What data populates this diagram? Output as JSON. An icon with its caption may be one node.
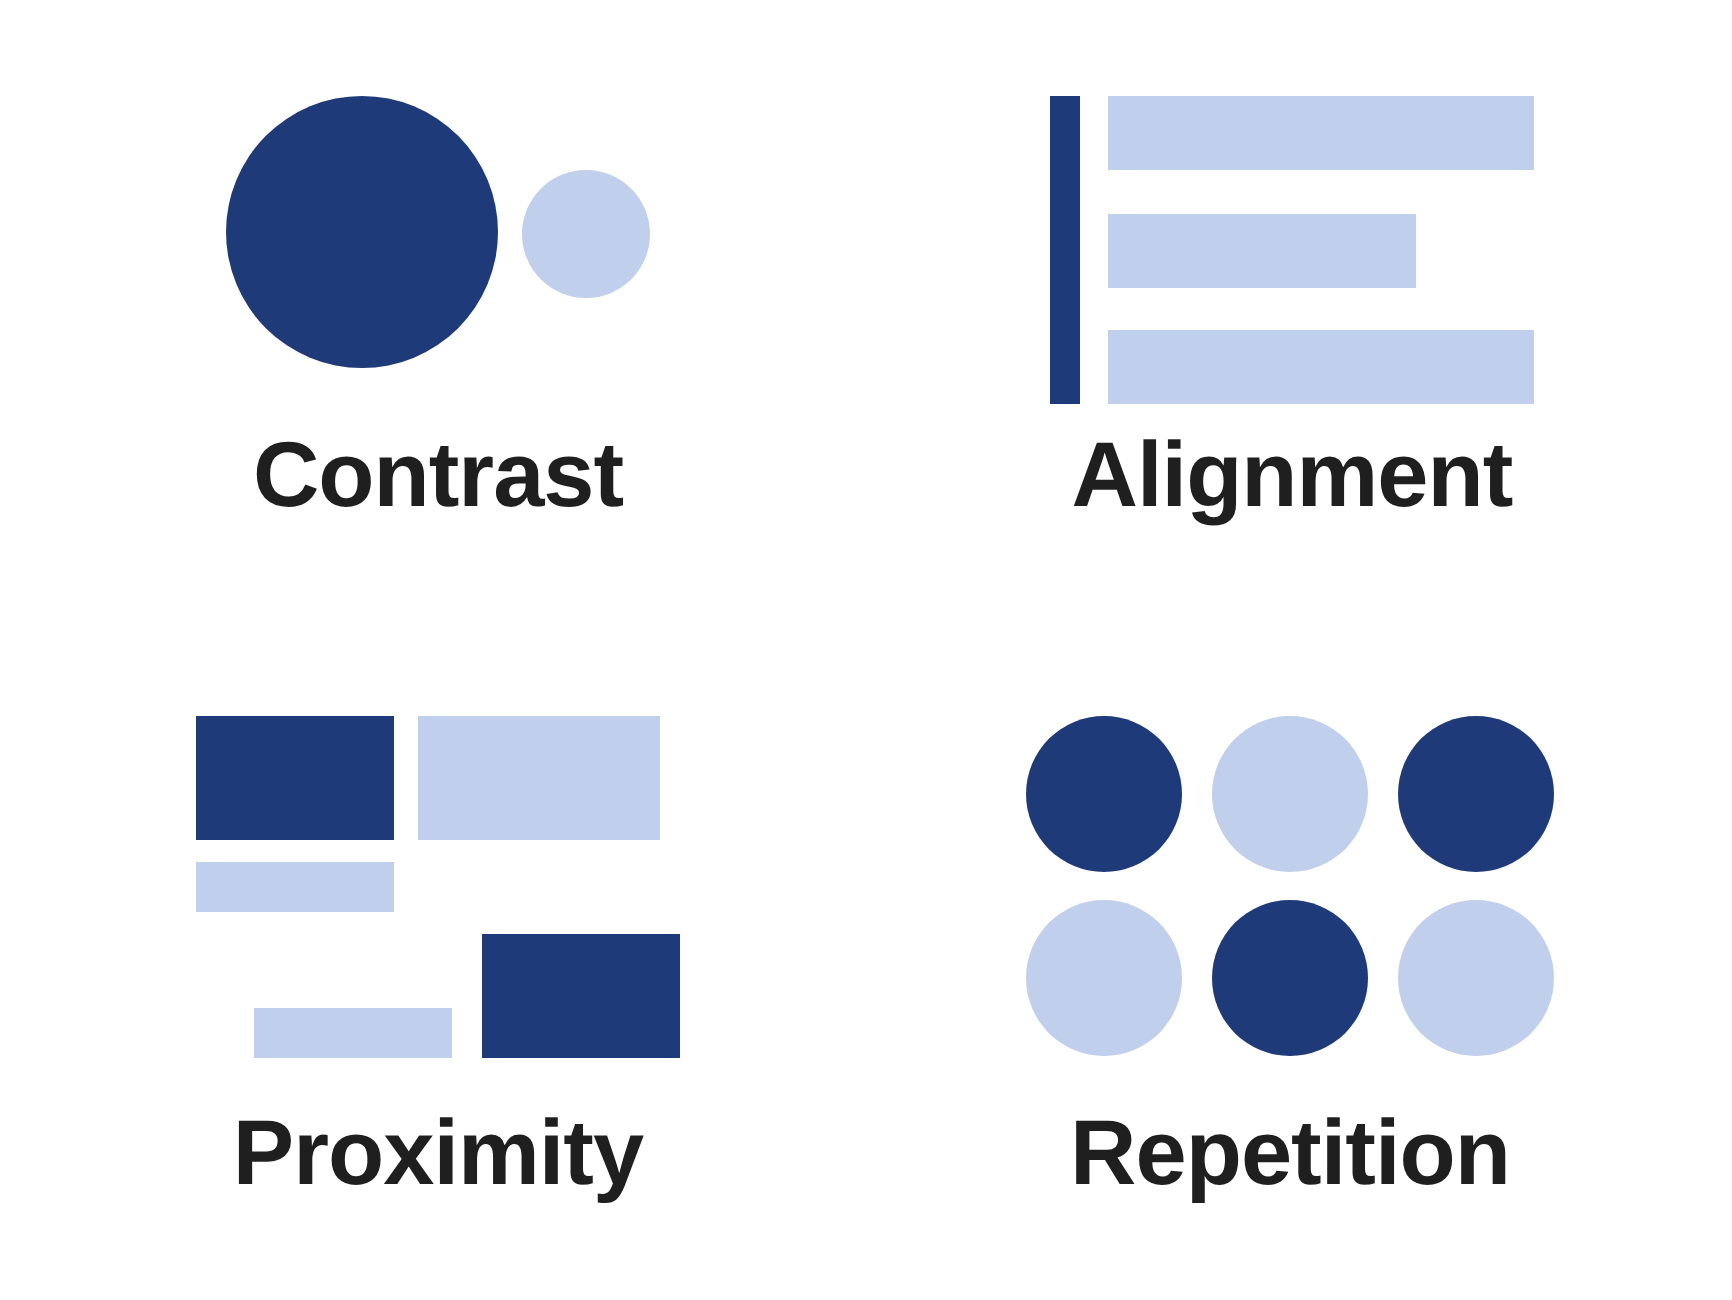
{
  "diagram": {
    "labels": [
      "Contrast",
      "Alignment",
      "Proximity",
      "Repetition"
    ]
  }
}
